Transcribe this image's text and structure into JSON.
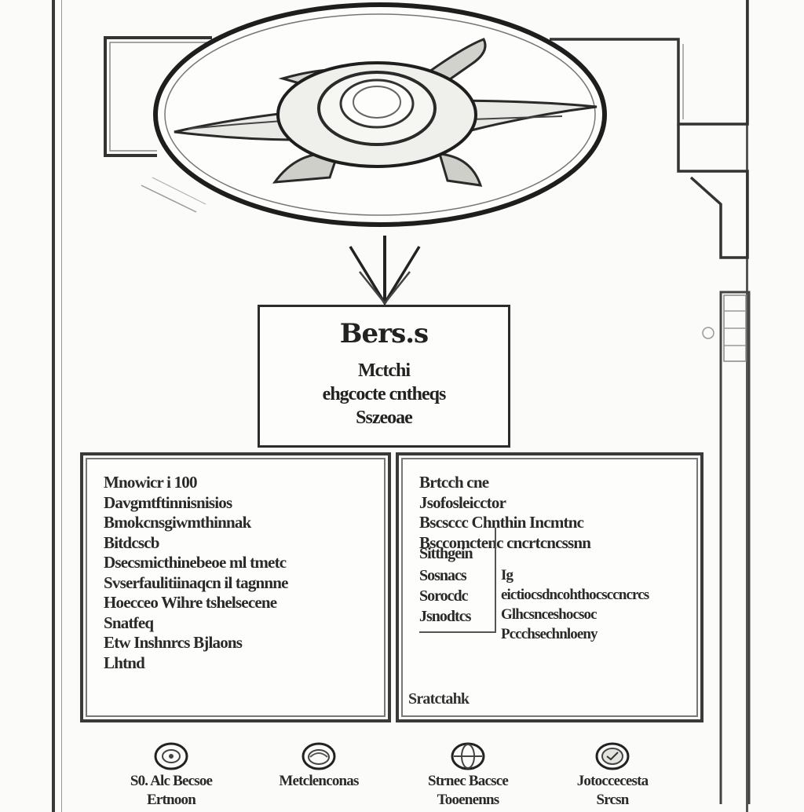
{
  "center_box": {
    "title": "Bers.s",
    "lines": [
      "Mctchi",
      "ehgcocte cntheqs",
      "Sszeoae"
    ]
  },
  "left_panel": {
    "lines": [
      "Mnowicr i 100",
      "Davgmtftinnisnisios",
      "Bmokcnsgiwmthinnak",
      "Bitdcscb",
      "Dsecsmicthinebeoe ml tmetc",
      "Svserfaulitiinaqcn il tagnnne",
      "Hoecceo Wihre tshelsecene",
      "Snatfeq",
      "Etw Inshnrcs Bjlaons",
      "Lhtnd"
    ]
  },
  "right_panel": {
    "heading_lines": [
      "Brtcch cne",
      "Jsofosleicctor",
      "Bscsccc Chnthin Incmtnc",
      "Bsccomctenc cncrtcncssnn"
    ],
    "subtable_cells": [
      "Sitthgein",
      "Sosnacs",
      "Sorocdc",
      "Jsnodtcs"
    ],
    "detail_lines": [
      "Ig",
      "eictiocsdncohthocsccncrcs",
      "Glhcsnceshocsoc",
      "Pccchsechnloeny"
    ],
    "footer": "Sratctahk"
  },
  "icons": [
    {
      "icon": "gear-icon",
      "label": "S0. Alc Becsoe",
      "label2": "Ertnoon"
    },
    {
      "icon": "disc-icon",
      "label": "Metclenconas",
      "label2": ""
    },
    {
      "icon": "globe-icon",
      "label": "Strnec Bacsce",
      "label2": "Tooenenns"
    },
    {
      "icon": "badge-icon",
      "label": "Jotoccecesta",
      "label2": "Srcsn"
    }
  ]
}
